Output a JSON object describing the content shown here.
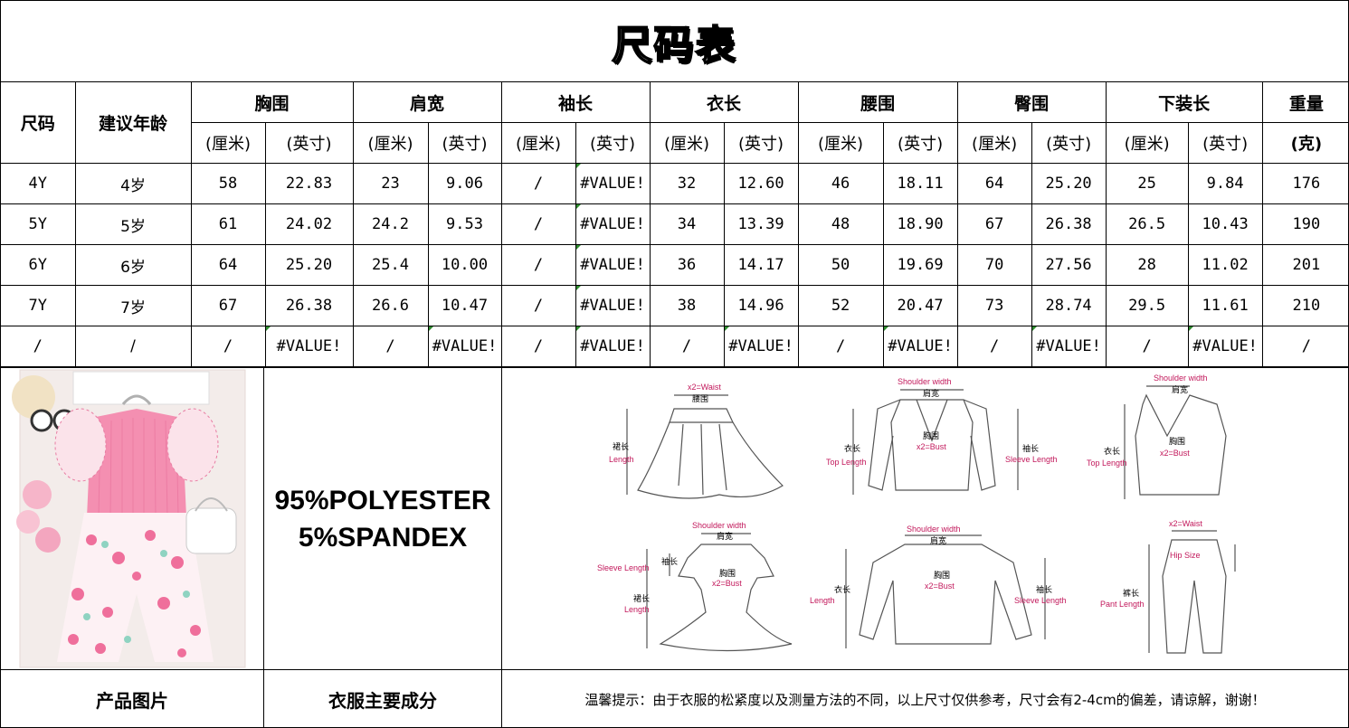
{
  "title": "尺码表",
  "header": {
    "size": "尺码",
    "age": "建议年龄",
    "groups": [
      "胸围",
      "肩宽",
      "袖长",
      "衣长",
      "腰围",
      "臀围",
      "下装长"
    ],
    "weight": "重量",
    "cm": "(厘米)",
    "inch": "(英寸)",
    "weight_unit": "(克)"
  },
  "rows": [
    [
      "4Y",
      "4岁",
      "58",
      "22.83",
      "23",
      "9.06",
      "/",
      "#VALUE!",
      "32",
      "12.60",
      "46",
      "18.11",
      "64",
      "25.20",
      "25",
      "9.84",
      "176"
    ],
    [
      "5Y",
      "5岁",
      "61",
      "24.02",
      "24.2",
      "9.53",
      "/",
      "#VALUE!",
      "34",
      "13.39",
      "48",
      "18.90",
      "67",
      "26.38",
      "26.5",
      "10.43",
      "190"
    ],
    [
      "6Y",
      "6岁",
      "64",
      "25.20",
      "25.4",
      "10.00",
      "/",
      "#VALUE!",
      "36",
      "14.17",
      "50",
      "19.69",
      "70",
      "27.56",
      "28",
      "11.02",
      "201"
    ],
    [
      "7Y",
      "7岁",
      "67",
      "26.38",
      "26.6",
      "10.47",
      "/",
      "#VALUE!",
      "38",
      "14.96",
      "52",
      "20.47",
      "73",
      "28.74",
      "29.5",
      "11.61",
      "210"
    ],
    [
      "/",
      "/",
      "/",
      "#VALUE!",
      "/",
      "#VALUE!",
      "/",
      "#VALUE!",
      "/",
      "#VALUE!",
      "/",
      "#VALUE!",
      "/",
      "#VALUE!",
      "/",
      "#VALUE!",
      "/"
    ]
  ],
  "fabric": {
    "line1": "95%POLYESTER",
    "line2": "5%SPANDEX"
  },
  "footer": {
    "product_image": "产品图片",
    "fabric_label": "衣服主要成分",
    "note": "温馨提示：由于衣服的松紧度以及测量方法的不同，以上尺寸仅供参考，尺寸会有2-4cm的偏差，请谅解，谢谢！"
  },
  "diagram": {
    "skirt": {
      "waist_en": "x2=Waist",
      "waist_cn": "腰围",
      "length_cn": "裙长",
      "length_en": "Length"
    },
    "jacket": {
      "shoulder_en": "Shoulder width",
      "shoulder_cn": "肩宽",
      "bust_cn": "胸围",
      "bust_en": "x2=Bust",
      "top_cn": "衣长",
      "top_en": "Top Length",
      "sleeve_cn": "袖长",
      "sleeve_en": "Sleeve Length"
    },
    "vest": {
      "shoulder_en": "Shoulder width",
      "shoulder_cn": "肩宽",
      "bust_cn": "胸围",
      "bust_en": "x2=Bust",
      "top_cn": "衣长",
      "top_en": "Top Length"
    },
    "dress": {
      "shoulder_en": "Shoulder width",
      "shoulder_cn": "肩宽",
      "sleeve_cn": "袖长",
      "sleeve_en": "Sleeve Length",
      "bust_cn": "胸围",
      "bust_en": "x2=Bust",
      "length_cn": "裙长",
      "length_en": "Length"
    },
    "sweater": {
      "shoulder_en": "Shoulder width",
      "shoulder_cn": "肩宽",
      "bust_cn": "胸围",
      "bust_en": "x2=Bust",
      "length_cn": "衣长",
      "length_en": "Length",
      "sleeve_cn": "袖长",
      "sleeve_en": "Sleeve Length"
    },
    "pants": {
      "waist_en": "x2=Waist",
      "hip_en": "Hip Size",
      "length_cn": "裤长",
      "length_en": "Pant Length"
    }
  },
  "colors": {
    "label_pink": "#c2185b",
    "shirt_pink": "#f48fb1",
    "error_marker": "#2e8b2e"
  }
}
